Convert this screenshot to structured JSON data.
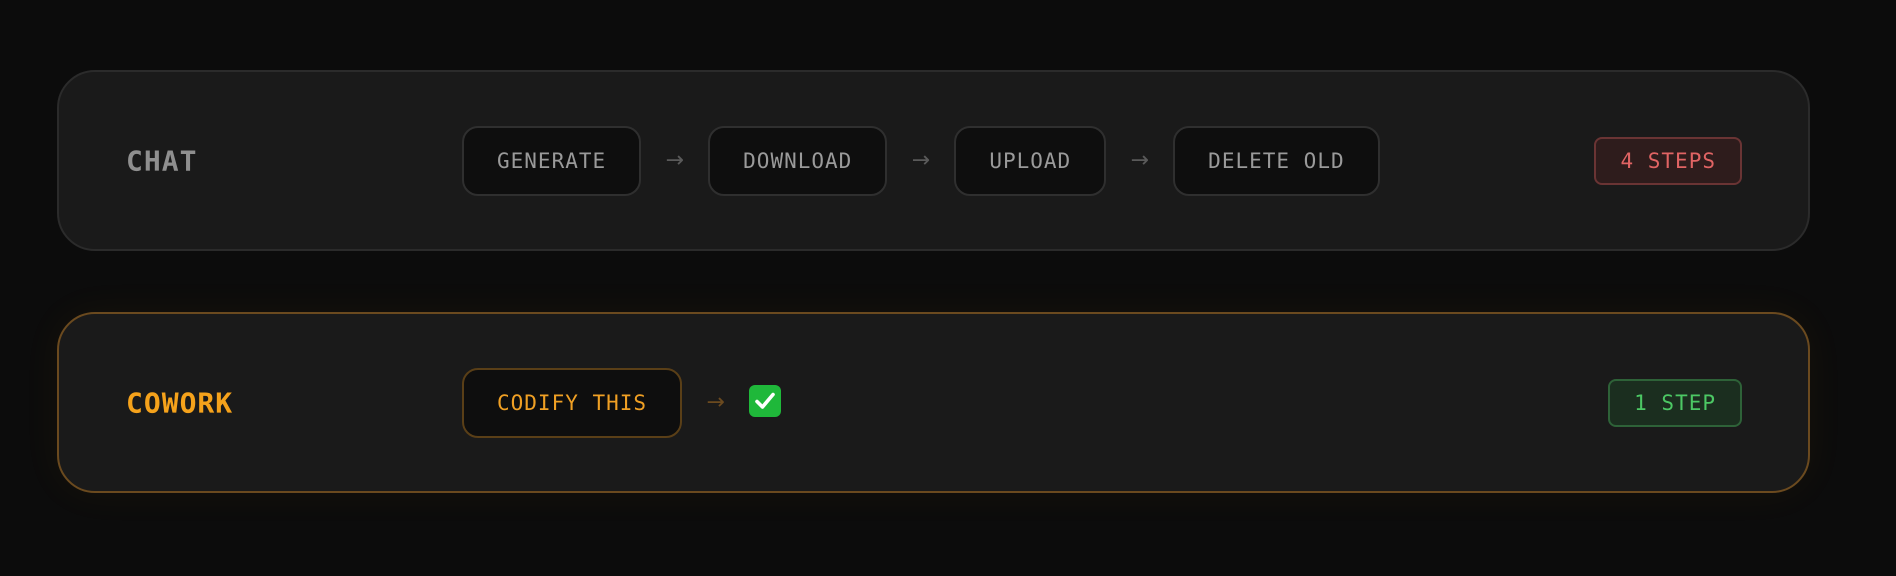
{
  "chat": {
    "label": "CHAT",
    "steps": [
      "GENERATE",
      "DOWNLOAD",
      "UPLOAD",
      "DELETE OLD"
    ],
    "arrow": "→",
    "badge": "4 STEPS",
    "badge_color": "#e06464"
  },
  "cowork": {
    "label": "COWORK",
    "steps": [
      "CODIFY THIS"
    ],
    "arrow": "→",
    "result_icon": "check-mark-icon",
    "badge": "1 STEP",
    "badge_color": "#4cc864"
  },
  "colors": {
    "accent": "#f5a21b",
    "background": "#0c0c0c",
    "panel": "#1a1a1a"
  }
}
